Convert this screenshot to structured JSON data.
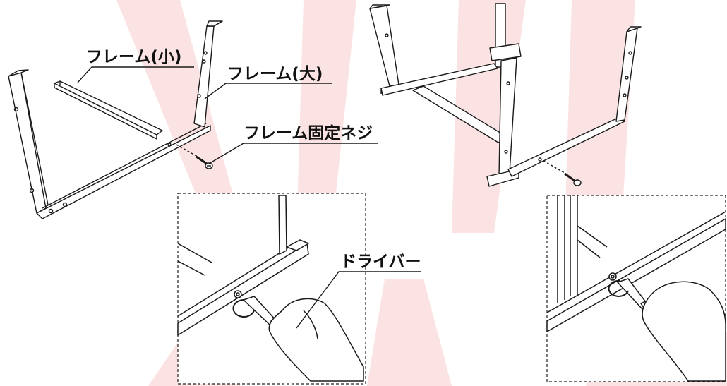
{
  "labels": {
    "frame_small": "フレーム(小)",
    "frame_large": "フレーム(大)",
    "frame_screw": "フレーム固定ネジ",
    "screwdriver": "ドライバー"
  },
  "colors": {
    "line": "#1a1a1a",
    "watermark": "#fbe3e3"
  }
}
